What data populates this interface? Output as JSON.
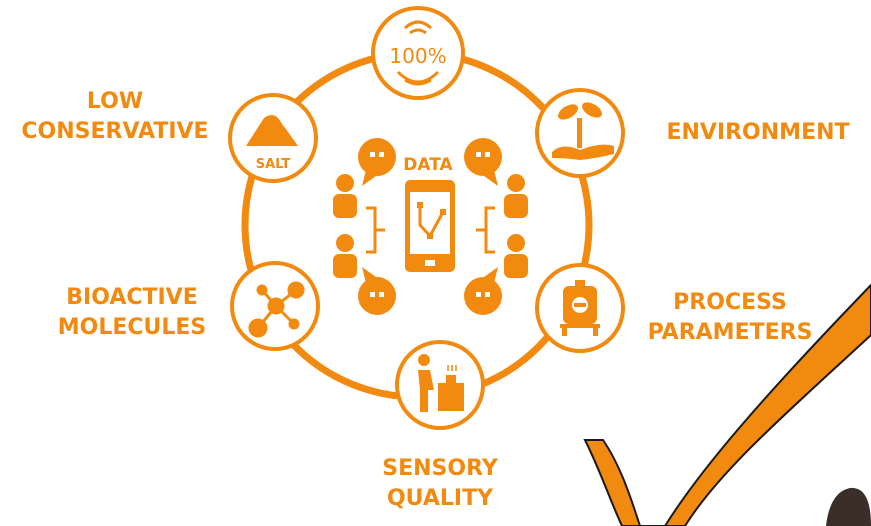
{
  "colors": {
    "accent": "#f28a0f",
    "ring_fill": "#ffffff",
    "dark_stroke": "#1a1a1a"
  },
  "center": {
    "label": "DATA"
  },
  "nodes": [
    {
      "key": "top",
      "icon": "face-100-icon",
      "icon_text": "100%"
    },
    {
      "key": "environment",
      "label_lines": [
        "ENVIRONMENT"
      ],
      "icon": "hand-plant-icon"
    },
    {
      "key": "process",
      "label_lines": [
        "PROCESS",
        "PARAMETERS"
      ],
      "icon": "tank-icon"
    },
    {
      "key": "sensory",
      "label_lines": [
        "SENSORY",
        "QUALITY"
      ],
      "icon": "person-tasting-icon"
    },
    {
      "key": "bioactive",
      "label_lines": [
        "BIOACTIVE",
        "MOLECULES"
      ],
      "icon": "molecule-icon"
    },
    {
      "key": "low_conservative",
      "label_lines": [
        "LOW",
        "CONSERVATIVE"
      ],
      "icon": "salt-pile-icon",
      "icon_text": "SALT"
    }
  ]
}
